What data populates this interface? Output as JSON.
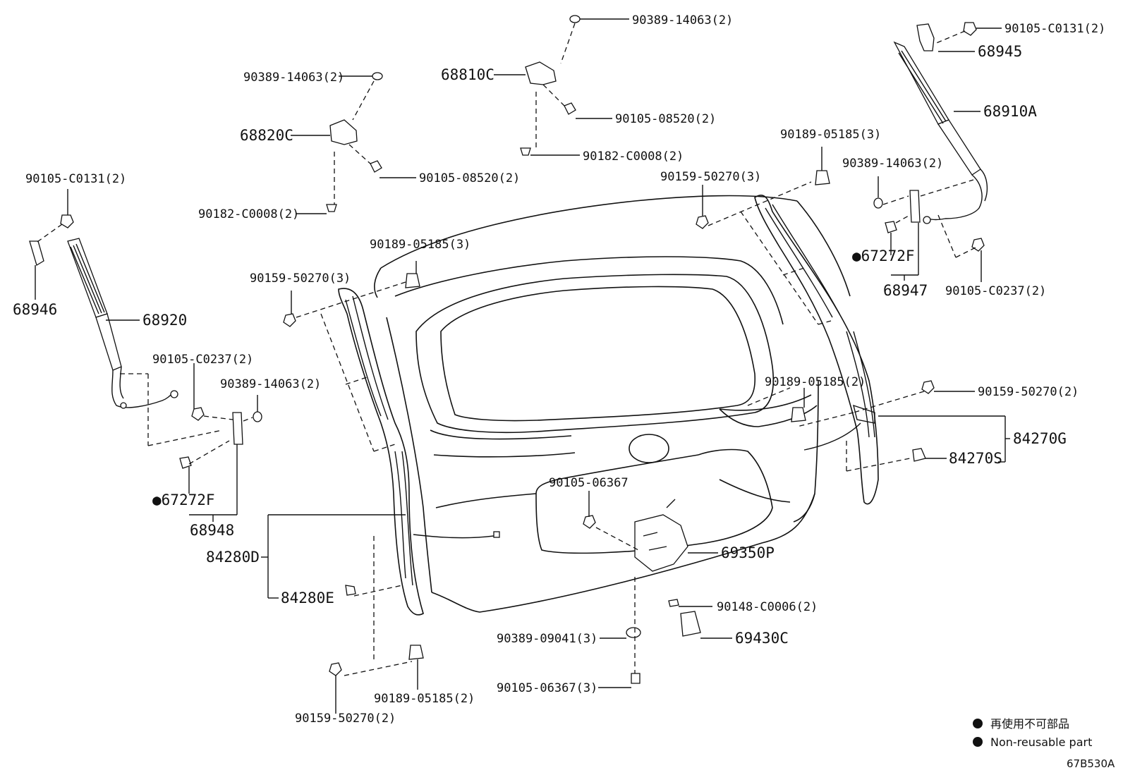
{
  "labels": {
    "l_90389_14063_top": "90389-14063(2)",
    "l_68810C": "68810C",
    "l_90105_08520_top": "90105-08520(2)",
    "l_90182_C0008_top": "90182-C0008(2)",
    "l_90389_14063_left": "90389-14063(2)",
    "l_68820C": "68820C",
    "l_90105_08520_left": "90105-08520(2)",
    "l_90182_C0008_left": "90182-C0008(2)",
    "l_90105_C0131_left": "90105-C0131(2)",
    "l_68946": "68946",
    "l_68920": "68920",
    "l_90189_05185_mid": "90189-05185(3)",
    "l_90159_50270_left": "90159-50270(3)",
    "l_90105_C0237_left": "90105-C0237(2)",
    "l_90389_14063_low": "90389-14063(2)",
    "l_67272F_left": "67272F",
    "l_68948": "68948",
    "l_84280D": "84280D",
    "l_84280E": "84280E",
    "l_90105_06367_top": "90105-06367",
    "l_69350P": "69350P",
    "l_90148_C0006": "90148-C0006(2)",
    "l_69430C": "69430C",
    "l_90389_09041": "90389-09041(3)",
    "l_90105_06367_bot": "90105-06367(3)",
    "l_90159_50270_bot": "90159-50270(2)",
    "l_90189_05185_bot": "90189-05185(2)",
    "l_90105_C0131_right": "90105-C0131(2)",
    "l_68945": "68945",
    "l_68910A": "68910A",
    "l_90189_05185_topright": "90189-05185(3)",
    "l_90159_50270_topright": "90159-50270(3)",
    "l_90389_14063_right": "90389-14063(2)",
    "l_67272F_right": "67272F",
    "l_68947": "68947",
    "l_90105_C0237_right": "90105-C0237(2)",
    "l_90189_05185_right": "90189-05185(2)",
    "l_90159_50270_right": "90159-50270(2)",
    "l_84270G": "84270G",
    "l_84270S": "84270S"
  },
  "legend": {
    "line1": "再使用不可部品",
    "line2": "Non-reusable part"
  },
  "diagram_code": "67B530A",
  "marker_symbol": "●"
}
